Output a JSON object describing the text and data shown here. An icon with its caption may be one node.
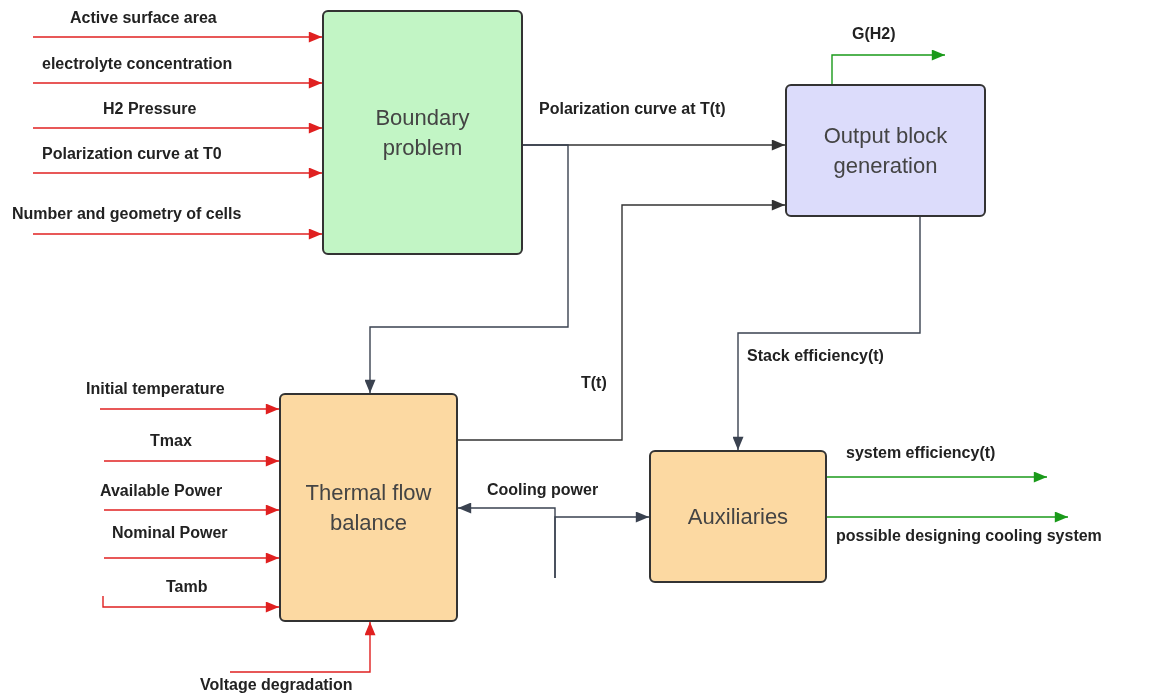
{
  "diagram": {
    "nodes": [
      {
        "text": [
          "Boundary problem"
        ]
      },
      {
        "text": [
          "Output block generation"
        ]
      },
      {
        "text": [
          "Thermal flow balance"
        ]
      },
      {
        "text": [
          "Auxiliaries"
        ]
      }
    ],
    "edges": [
      {
        "from": null,
        "to": 0,
        "arrow": "to",
        "label": "Active surface area"
      },
      {
        "from": null,
        "to": 0,
        "arrow": "to",
        "label": "electrolyte concentration"
      },
      {
        "from": null,
        "to": 0,
        "arrow": "to",
        "label": "H2 Pressure"
      },
      {
        "from": null,
        "to": 0,
        "arrow": "to",
        "label": "Polarization curve at T0"
      },
      {
        "from": null,
        "to": 0,
        "arrow": "to",
        "label": "Number and geometry of cells"
      },
      {
        "from": null,
        "to": 2,
        "arrow": "to",
        "label": "Initial temperature"
      },
      {
        "from": null,
        "to": 2,
        "arrow": "to",
        "label": "Tmax"
      },
      {
        "from": null,
        "to": 2,
        "arrow": "to",
        "label": "Available Power"
      },
      {
        "from": null,
        "to": 2,
        "arrow": "to",
        "label": "Nominal Power"
      },
      {
        "from": null,
        "to": 2,
        "arrow": "to",
        "label": "Tamb"
      },
      {
        "from": null,
        "to": 2,
        "arrow": "to",
        "label": "Voltage degradation"
      },
      {
        "from": 0,
        "to": 1,
        "arrow": "to",
        "label": "Polarization curve at T(t)",
        "color": "#333333"
      },
      {
        "from": 0,
        "to": 2,
        "arrow": "to",
        "color": "#3a4250"
      },
      {
        "from": 2,
        "to": 1,
        "arrow": "to",
        "label": "T(t)",
        "color": "#333333"
      },
      {
        "from": 1,
        "to": 3,
        "arrow": "to",
        "label": "Stack efficiency(t)",
        "color": "#3a4250"
      },
      {
        "from": 1,
        "to": null,
        "arrow": "to",
        "label": "G(H2)",
        "color": "#1a9a1a"
      },
      {
        "from": 3,
        "to": null,
        "arrow": "to",
        "label": "system efficiency(t)",
        "color": "#1a9a1a"
      },
      {
        "from": 3,
        "to": null,
        "arrow": "to",
        "label": "possible designing cooling system",
        "color": "#1a9a1a"
      },
      {
        "from": null,
        "to": 2,
        "arrow": "to",
        "label": "Cooling power",
        "color": "#3a4250"
      },
      {
        "from": null,
        "to": 3,
        "arrow": "to",
        "color": "#3a4250"
      }
    ]
  }
}
